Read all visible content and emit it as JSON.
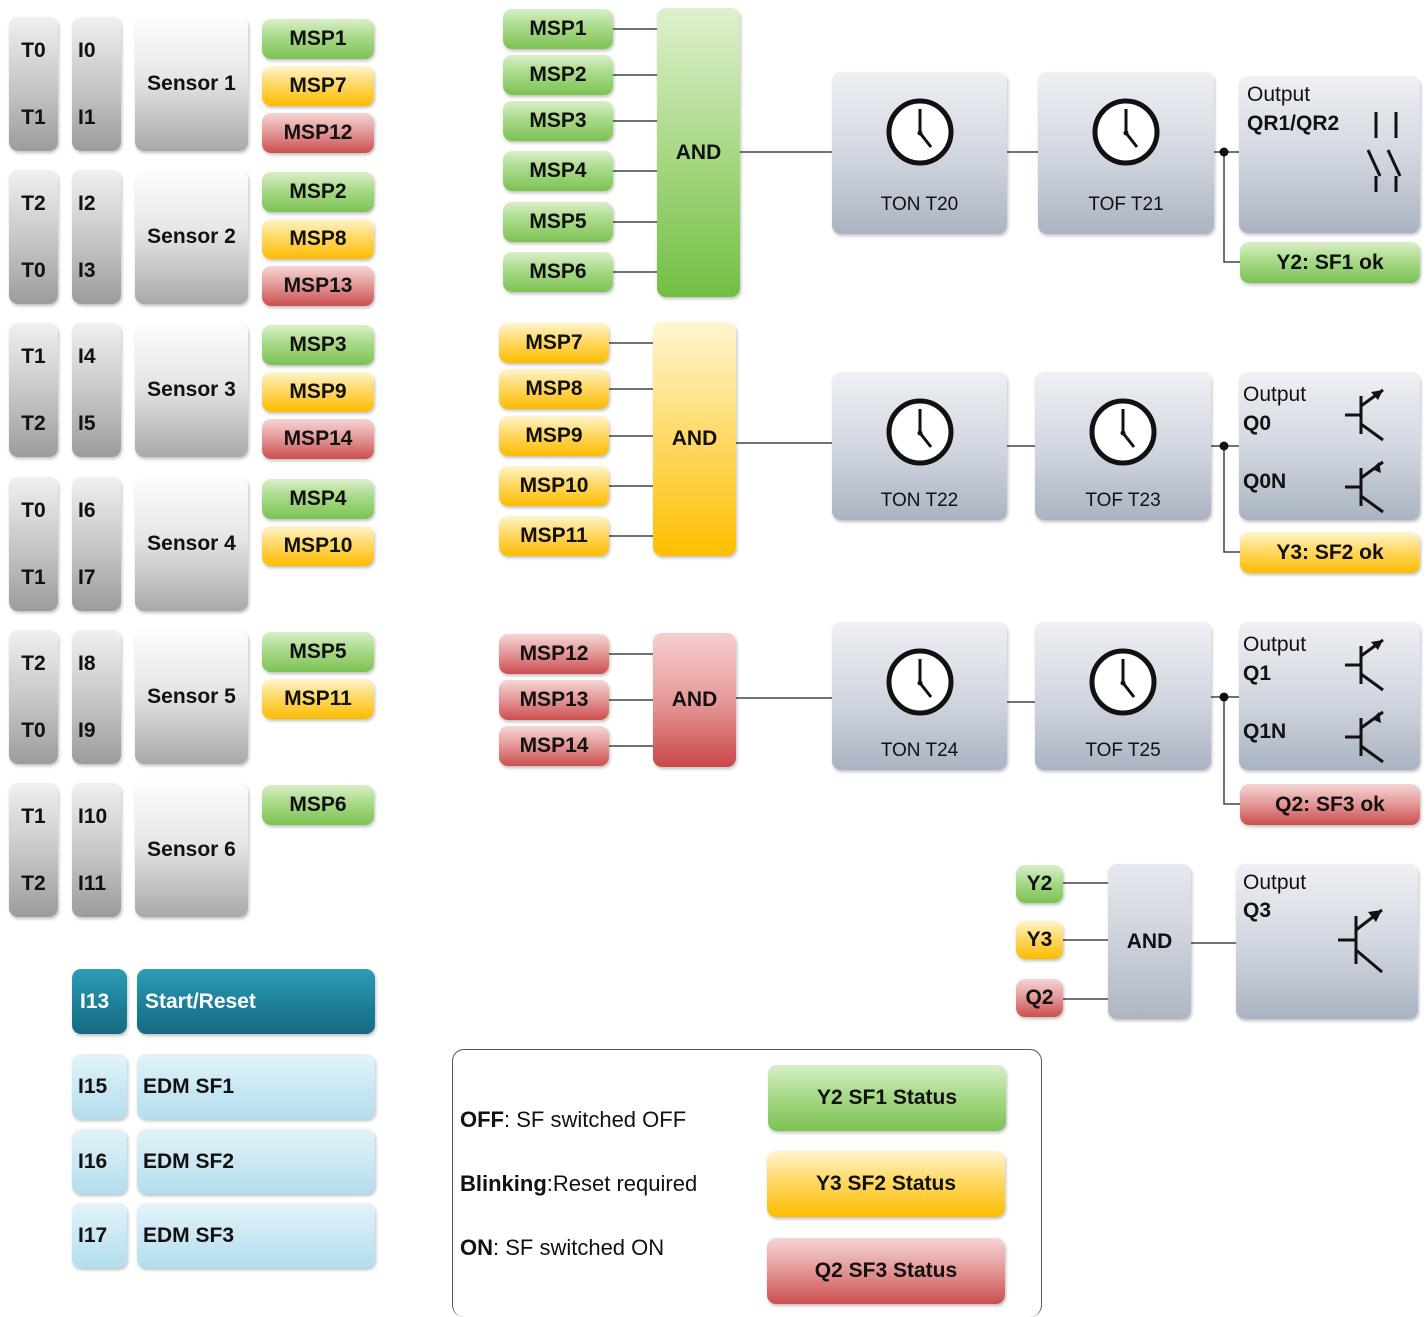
{
  "sensors": [
    {
      "t_top": "T0",
      "t_bot": "T1",
      "i_top": "I0",
      "i_bot": "I1",
      "name": "Sensor 1",
      "msps": [
        {
          "label": "MSP1",
          "color": "green"
        },
        {
          "label": "MSP7",
          "color": "yellow"
        },
        {
          "label": "MSP12",
          "color": "red"
        }
      ]
    },
    {
      "t_top": "T2",
      "t_bot": "T0",
      "i_top": "I2",
      "i_bot": "I3",
      "name": "Sensor 2",
      "msps": [
        {
          "label": "MSP2",
          "color": "green"
        },
        {
          "label": "MSP8",
          "color": "yellow"
        },
        {
          "label": "MSP13",
          "color": "red"
        }
      ]
    },
    {
      "t_top": "T1",
      "t_bot": "T2",
      "i_top": "I4",
      "i_bot": "I5",
      "name": "Sensor 3",
      "msps": [
        {
          "label": "MSP3",
          "color": "green"
        },
        {
          "label": "MSP9",
          "color": "yellow"
        },
        {
          "label": "MSP14",
          "color": "red"
        }
      ]
    },
    {
      "t_top": "T0",
      "t_bot": "T1",
      "i_top": "I6",
      "i_bot": "I7",
      "name": "Sensor 4",
      "msps": [
        {
          "label": "MSP4",
          "color": "green"
        },
        {
          "label": "MSP10",
          "color": "yellow"
        }
      ]
    },
    {
      "t_top": "T2",
      "t_bot": "T0",
      "i_top": "I8",
      "i_bot": "I9",
      "name": "Sensor 5",
      "msps": [
        {
          "label": "MSP5",
          "color": "green"
        },
        {
          "label": "MSP11",
          "color": "yellow"
        }
      ]
    },
    {
      "t_top": "T1",
      "t_bot": "T2",
      "i_top": "I10",
      "i_bot": "I11",
      "name": "Sensor 6",
      "msps": [
        {
          "label": "MSP6",
          "color": "green"
        }
      ]
    }
  ],
  "controls": [
    {
      "input": "I13",
      "label": "Start/Reset"
    },
    {
      "input": "I15",
      "label": "EDM SF1"
    },
    {
      "input": "I16",
      "label": "EDM SF2"
    },
    {
      "input": "I17",
      "label": "EDM SF3"
    }
  ],
  "groups": [
    {
      "inputs": [
        "MSP1",
        "MSP2",
        "MSP3",
        "MSP4",
        "MSP5",
        "MSP6"
      ],
      "and_label": "AND",
      "ton": "TON T20",
      "tof": "TOF T21",
      "out_title": "Output",
      "out_name": "QR1/QR2",
      "out_name2": "",
      "status": "Y2: SF1 ok",
      "color": "green"
    },
    {
      "inputs": [
        "MSP7",
        "MSP8",
        "MSP9",
        "MSP10",
        "MSP11"
      ],
      "and_label": "AND",
      "ton": "TON T22",
      "tof": "TOF T23",
      "out_title": "Output",
      "out_name": "Q0",
      "out_name2": "Q0N",
      "status": "Y3: SF2 ok",
      "color": "yellow"
    },
    {
      "inputs": [
        "MSP12",
        "MSP13",
        "MSP14"
      ],
      "and_label": "AND",
      "ton": "TON T24",
      "tof": "TOF T25",
      "out_title": "Output",
      "out_name": "Q1",
      "out_name2": "Q1N",
      "status": "Q2: SF3 ok",
      "color": "red"
    }
  ],
  "final_and": {
    "inputs": [
      {
        "label": "Y2",
        "color": "green"
      },
      {
        "label": "Y3",
        "color": "yellow"
      },
      {
        "label": "Q2",
        "color": "red"
      }
    ],
    "and_label": "AND",
    "out_title": "Output",
    "out_name": "Q3"
  },
  "legend": {
    "off_key": "OFF",
    "off_text": ": SF switched OFF",
    "blink_key": "Blinking",
    "blink_text": ":Reset required",
    "on_key": "ON",
    "on_text": ": SF switched ON",
    "status": [
      {
        "label": "Y2 SF1 Status",
        "color": "green"
      },
      {
        "label": "Y3 SF2 Status",
        "color": "yellow"
      },
      {
        "label": "Q2 SF3 Status",
        "color": "red"
      }
    ]
  },
  "colors": {
    "green": "#7cc253",
    "yellow": "#fdbc00",
    "red": "#cc4e4e",
    "teal": "#1c7d96",
    "light_blue": "#cbe8f4"
  }
}
